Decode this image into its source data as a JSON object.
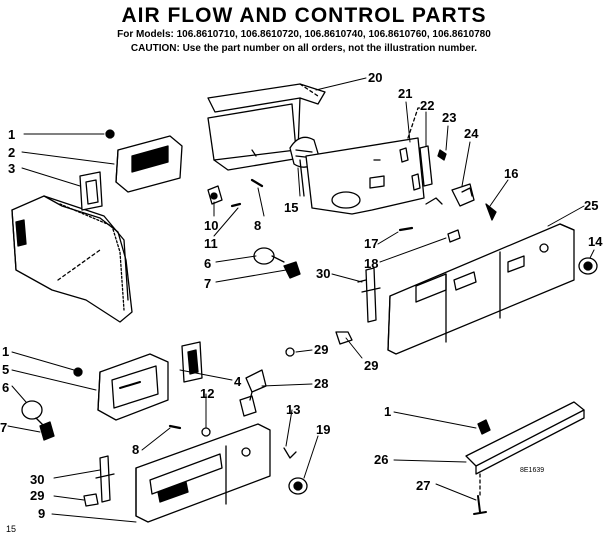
{
  "header": {
    "title": "AIR FLOW AND CONTROL PARTS",
    "models": "For Models: 106.8610710, 106.8610720, 106.8610740, 106.8610760, 106.8610780",
    "caution": "CAUTION: Use the part number on all orders, not the illustration number."
  },
  "callouts": [
    "1",
    "2",
    "3",
    "20",
    "21",
    "22",
    "23",
    "24",
    "16",
    "25",
    "14",
    "15",
    "8",
    "10",
    "11",
    "6",
    "7",
    "17",
    "18",
    "30",
    "29",
    "29",
    "1",
    "5",
    "6",
    "4",
    "28",
    "12",
    "8",
    "7",
    "13",
    "19",
    "30",
    "29",
    "9",
    "1",
    "26",
    "27"
  ],
  "diagram_code": "8E1639",
  "corner_mark": "15"
}
